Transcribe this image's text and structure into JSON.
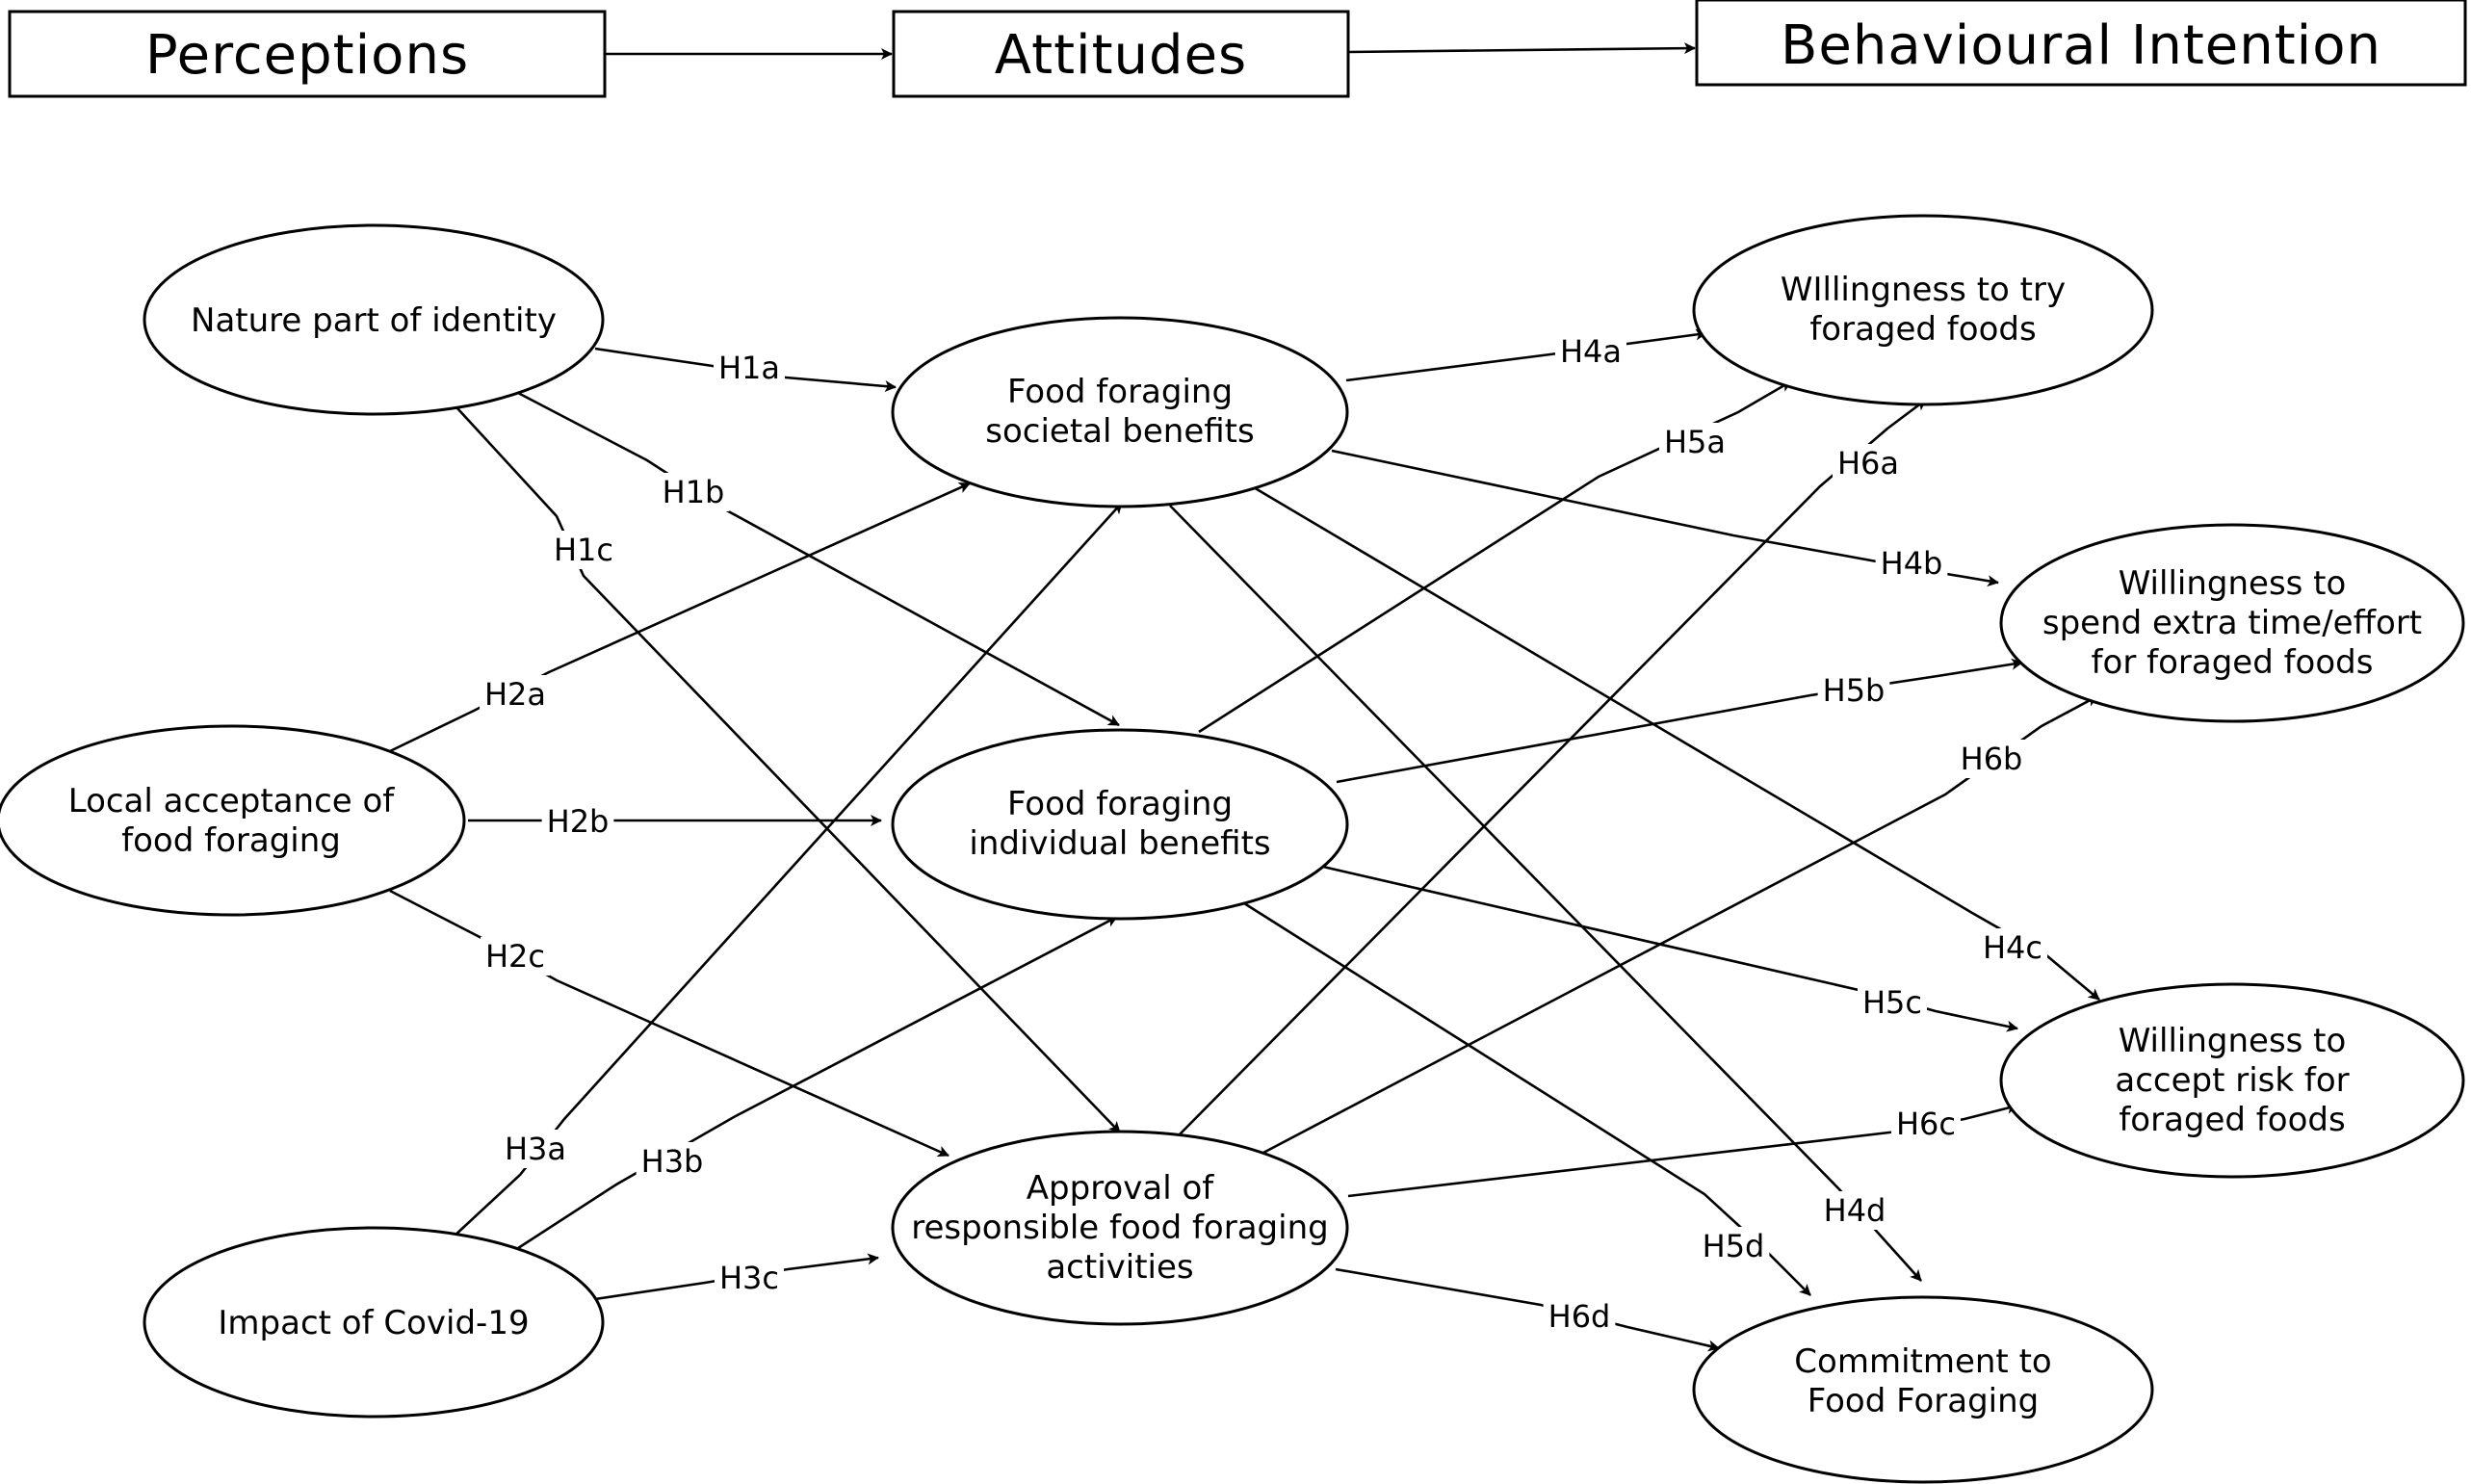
{
  "headers": {
    "perceptions": "Perceptions",
    "attitudes": "Attitudes",
    "behavioural_intention": "Behavioural Intention"
  },
  "nodes": {
    "nature_identity": [
      "Nature part of identity"
    ],
    "local_acceptance": [
      "Local acceptance of",
      "food foraging"
    ],
    "covid_impact": [
      "Impact of Covid-19"
    ],
    "societal_benefits": [
      "Food foraging",
      "societal benefits"
    ],
    "individual_benefits": [
      "Food foraging",
      "individual benefits"
    ],
    "responsible_approval": [
      "Approval of",
      "responsible food foraging",
      "activities"
    ],
    "try_foraged": [
      "WIllingness to try",
      "foraged foods"
    ],
    "spend_time": [
      "Willingness to",
      "spend extra time/effort",
      "for foraged foods"
    ],
    "accept_risk": [
      "Willingness to",
      "accept risk for",
      "foraged foods"
    ],
    "commitment": [
      "Commitment to",
      "Food Foraging"
    ]
  },
  "hypotheses": {
    "H1a": "H1a",
    "H1b": "H1b",
    "H1c": "H1c",
    "H2a": "H2a",
    "H2b": "H2b",
    "H2c": "H2c",
    "H3a": "H3a",
    "H3b": "H3b",
    "H3c": "H3c",
    "H4a": "H4a",
    "H4b": "H4b",
    "H4c": "H4c",
    "H4d": "H4d",
    "H5a": "H5a",
    "H5b": "H5b",
    "H5c": "H5c",
    "H5d": "H5d",
    "H6a": "H6a",
    "H6b": "H6b",
    "H6c": "H6c",
    "H6d": "H6d"
  }
}
